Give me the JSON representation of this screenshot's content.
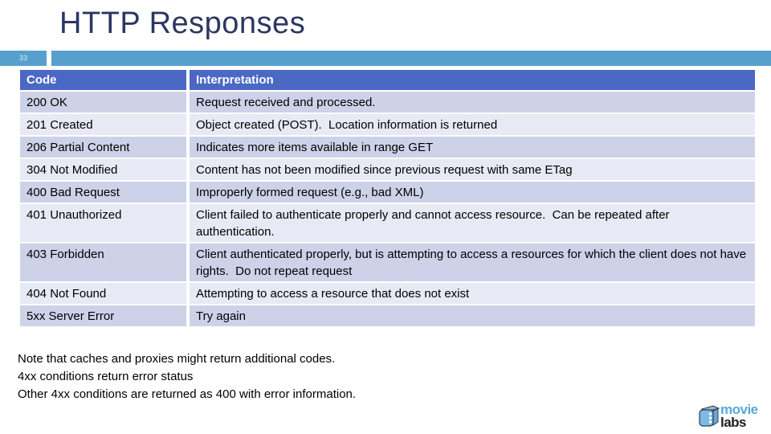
{
  "slide": {
    "title": "HTTP Responses",
    "slide_number": "33"
  },
  "table": {
    "columns": [
      "Code",
      "Interpretation"
    ],
    "rows": [
      {
        "code": "200 OK",
        "interpretation": "Request received and processed."
      },
      {
        "code": "201 Created",
        "interpretation": "Object created (POST).  Location information is returned"
      },
      {
        "code": "206 Partial Content",
        "interpretation": "Indicates more items available in range GET"
      },
      {
        "code": "304 Not Modified",
        "interpretation": "Content has not been modified since previous request with same ETag"
      },
      {
        "code": "400 Bad Request",
        "interpretation": "Improperly formed request (e.g., bad XML)"
      },
      {
        "code": "401 Unauthorized",
        "interpretation": "Client failed to authenticate properly and cannot access resource.  Can be repeated after authentication."
      },
      {
        "code": "403 Forbidden",
        "interpretation": "Client authenticated properly, but is attempting to access a resources for which the client does not have rights.  Do not repeat request"
      },
      {
        "code": "404 Not Found",
        "interpretation": "Attempting to access a resource that does not exist"
      },
      {
        "code": "5xx Server Error",
        "interpretation": "Try again"
      }
    ]
  },
  "notes": {
    "lines": [
      "Note that caches and proxies might return additional codes.",
      "4xx conditions return error status",
      "Other 4xx conditions are returned as 400 with error information."
    ]
  },
  "logo": {
    "word_top": "movie",
    "word_bottom": "labs"
  },
  "colors": {
    "title": "#2a3760",
    "accent_bar": "#57a0ce",
    "table_header_bg": "#4b68c5",
    "row_band_dark": "#cdd2e9",
    "row_band_light": "#e7e9f4",
    "logo_blue": "#58a8db"
  }
}
